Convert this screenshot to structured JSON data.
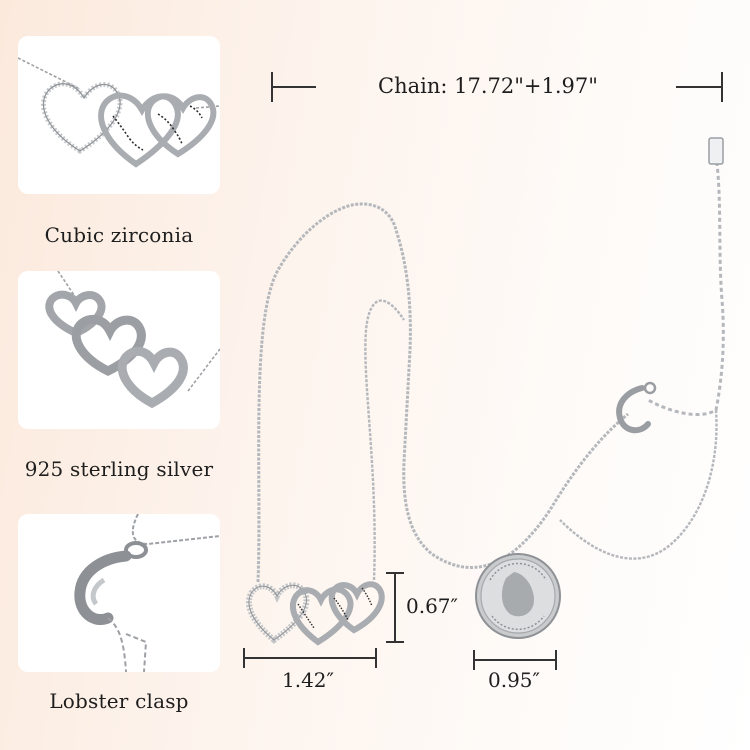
{
  "features": [
    {
      "label": "Cubic zirconia",
      "icon": "cubic-zirconia-hearts-closeup"
    },
    {
      "label": "925 sterling silver",
      "icon": "silver-hearts-closeup"
    },
    {
      "label": "Lobster clasp",
      "icon": "lobster-clasp-closeup"
    }
  ],
  "dimensions": {
    "chain_length": "Chain: 17.72\"+1.97\"",
    "pendant_height": "0.67″",
    "pendant_width": "1.42″",
    "coin_diameter": "0.95″"
  },
  "colors": {
    "background_warm": "#fbe9dc",
    "silver": "#b9bcc0",
    "engraving": "#2c2c2c"
  }
}
